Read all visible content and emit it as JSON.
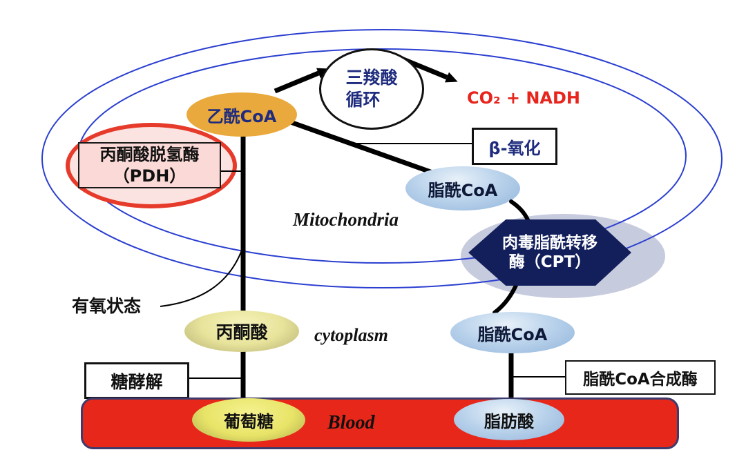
{
  "labels": {
    "mitochondria": "Mitochondria",
    "cytoplasm": "cytoplasm",
    "blood": "Blood",
    "aerobic_state": "有氧状态",
    "co2_nadh": "CO₂ + NADH"
  },
  "nodes": {
    "acetyl_coa": "乙酰CoA",
    "tca_line1": "三羧酸",
    "tca_line2": "循环",
    "pdh_line1": "丙酮酸脱氢酶",
    "pdh_line2": "（PDH）",
    "beta_oxidation": "β-氧化",
    "acyl_coa_mito": "脂酰CoA",
    "cpt_line1": "肉毒脂酰转移",
    "cpt_line2": "酶（CPT）",
    "pyruvate": "丙酮酸",
    "acyl_coa_cyto": "脂酰CoA",
    "glycolysis": "糖酵解",
    "glucose": "葡萄糖",
    "fatty_acid": "脂肪酸",
    "acyl_coa_synthetase": "脂酰CoA合成酶"
  },
  "colors": {
    "membrane_blue": "#2B3FD0",
    "navy_text": "#1F2C7E",
    "co2_red_text": "#E8251D",
    "acetyl_orange": "#E9A93C",
    "pdh_fill": "#FAE3E0",
    "pdh_border_red": "#E63A2B",
    "acyl_blue_light": "#E8F1F9",
    "acyl_blue_dark": "#8FB3DA",
    "cpt_navy": "#131F5B",
    "gray_halo": "#C7CBDE",
    "pyruvate_yellow": "#E8E49C",
    "glucose_yellow": "#E8E468",
    "blood_red": "#E8271B",
    "blood_border": "#3E3A6B"
  }
}
